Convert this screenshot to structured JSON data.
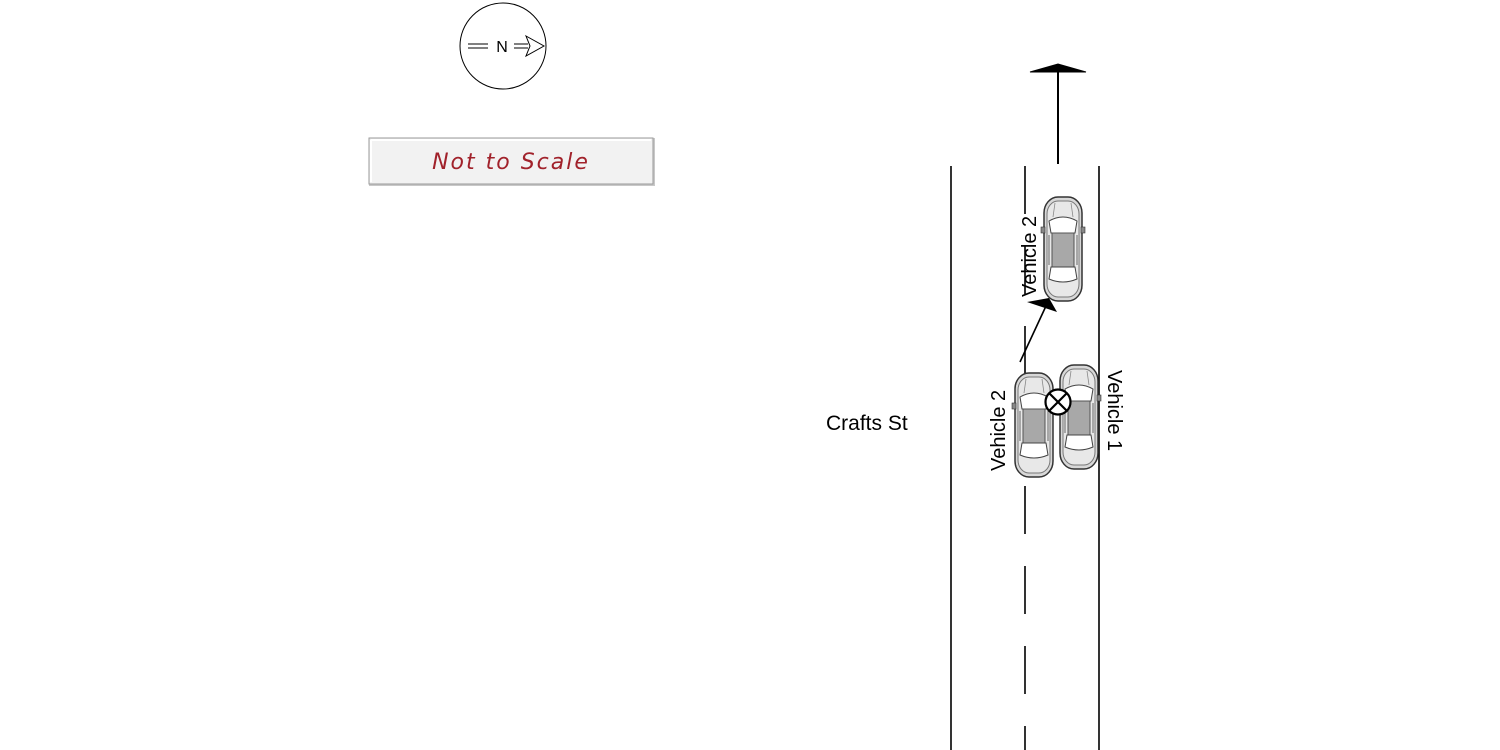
{
  "north_arrow": {
    "label": "N",
    "icon": "north-arrow-icon"
  },
  "scale_note": {
    "text": "Not to Scale",
    "color": "#a1222b"
  },
  "road": {
    "street_name": "Crafts St"
  },
  "vehicles": {
    "vehicle_2_after": "Vehicle 2",
    "vehicle_2_before": "Vehicle 2",
    "vehicle_1": "Vehicle 1"
  },
  "symbols": {
    "impact": "impact-point-icon",
    "travel_direction": "arrow-icon",
    "vehicle_path": "path-arrow-icon"
  }
}
